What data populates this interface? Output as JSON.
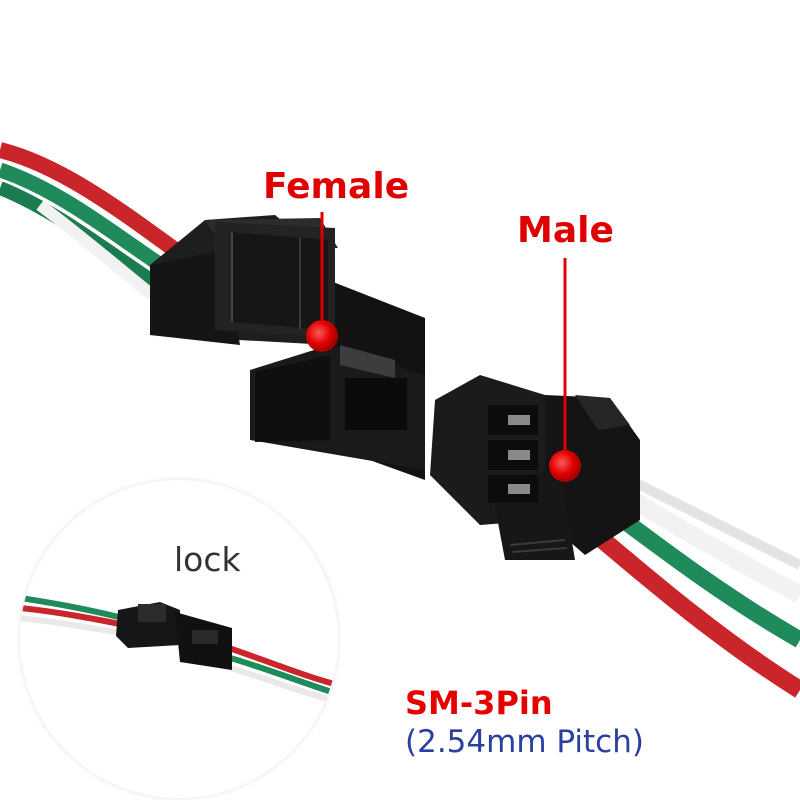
{
  "labels": {
    "female": "Female",
    "male": "Male",
    "lock": "lock"
  },
  "product": {
    "title": "SM-3Pin",
    "subtitle": "(2.54mm Pitch)"
  },
  "colors": {
    "label_red": "#e00000",
    "title_red": "#e60000",
    "subtitle_blue": "#2a3fa0",
    "lock_text": "#333333",
    "connector_black": "#141414",
    "wire_red": "#c9252b",
    "wire_green": "#1f8a5a",
    "wire_white": "#f2f2f2"
  }
}
